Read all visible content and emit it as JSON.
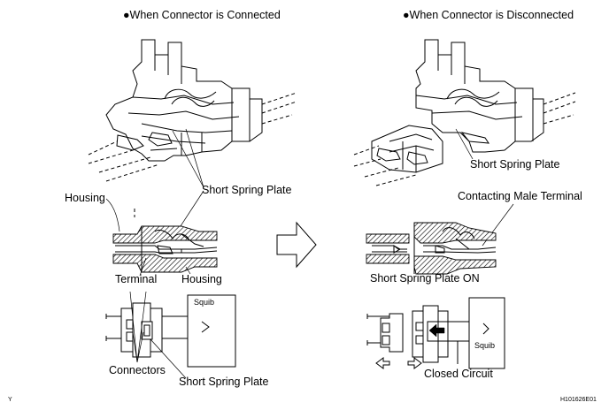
{
  "headings": {
    "connected": "●When Connector is Connected",
    "disconnected": "●When Connector is Disconnected"
  },
  "labels": {
    "short_spring_plate_top_right": "Short Spring Plate",
    "housing_left": "Housing",
    "short_spring_plate_left": "Short Spring Plate",
    "contacting_male_terminal": "Contacting Male Terminal",
    "terminal": "Terminal",
    "housing_bottom": "Housing",
    "short_spring_plate_on": "Short Spring Plate ON",
    "squib_left": "Squib",
    "squib_right": "Squib",
    "connectors": "Connectors",
    "short_spring_plate_bottom": "Short Spring Plate",
    "closed_circuit": "Closed Circuit"
  },
  "footer": {
    "left_mark": "Y",
    "figure_id": "H101626E01"
  },
  "icons": [
    "right-arrow-icon",
    "double-arrow-icon"
  ]
}
